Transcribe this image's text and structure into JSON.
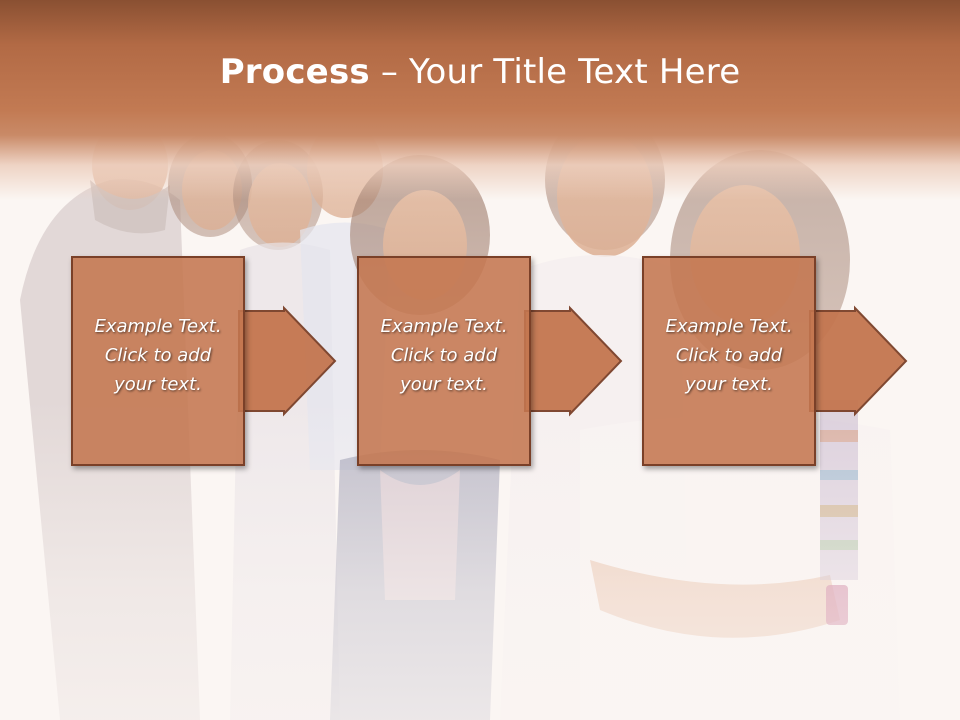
{
  "slide": {
    "title_bold": "Process",
    "title_rest": " – Your Title Text Here",
    "accent_color": "#c4764f",
    "header_color": "#b26a45"
  },
  "steps": [
    {
      "line1": "Example Text.",
      "line2": "Click  to add",
      "line3": "your text."
    },
    {
      "line1": "Example Text.",
      "line2": "Click  to add",
      "line3": "your text."
    },
    {
      "line1": "Example Text.",
      "line2": "Click  to add",
      "line3": "your text."
    }
  ],
  "background": {
    "icon": "group-of-young-people-photo"
  }
}
